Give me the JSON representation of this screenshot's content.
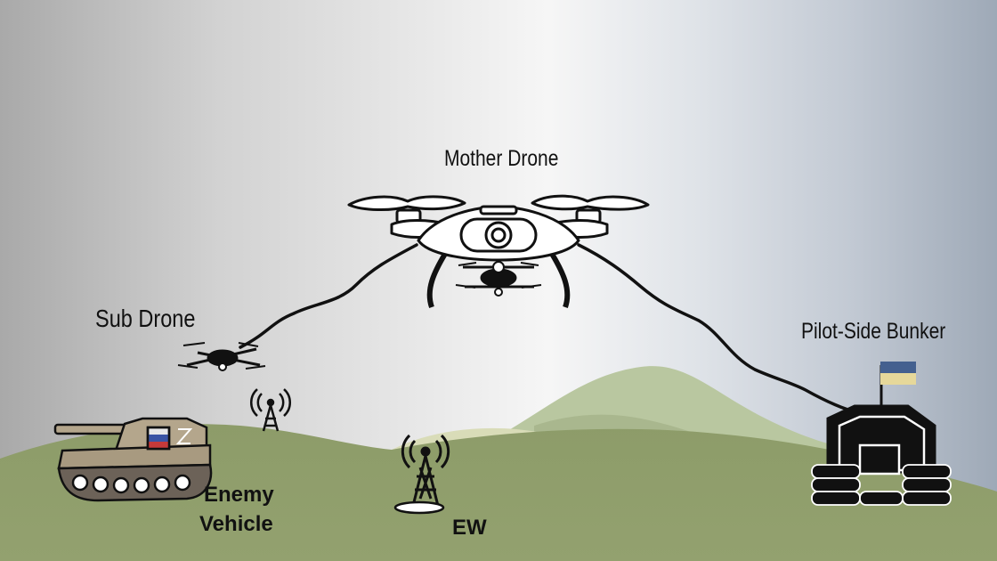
{
  "labels": {
    "mother_drone": "Mother Drone",
    "sub_drone": "Sub Drone",
    "pilot_bunker": "Pilot-Side Bunker",
    "enemy_vehicle_line1": "Enemy",
    "enemy_vehicle_line2": "Vehicle",
    "ew": "EW"
  },
  "flags": {
    "ukraine": [
      "#44608f",
      "#e6d89a"
    ],
    "russia": [
      "#e8e8e8",
      "#3a54a4",
      "#c53a3a"
    ]
  },
  "colors": {
    "hill_main": "#8e9d6b",
    "hill_far": "#b9c7a1",
    "ink": "#111111"
  },
  "icons": [
    "drone-icon",
    "tank-icon",
    "radio-tower-icon",
    "bunker-icon",
    "flag-icon"
  ]
}
